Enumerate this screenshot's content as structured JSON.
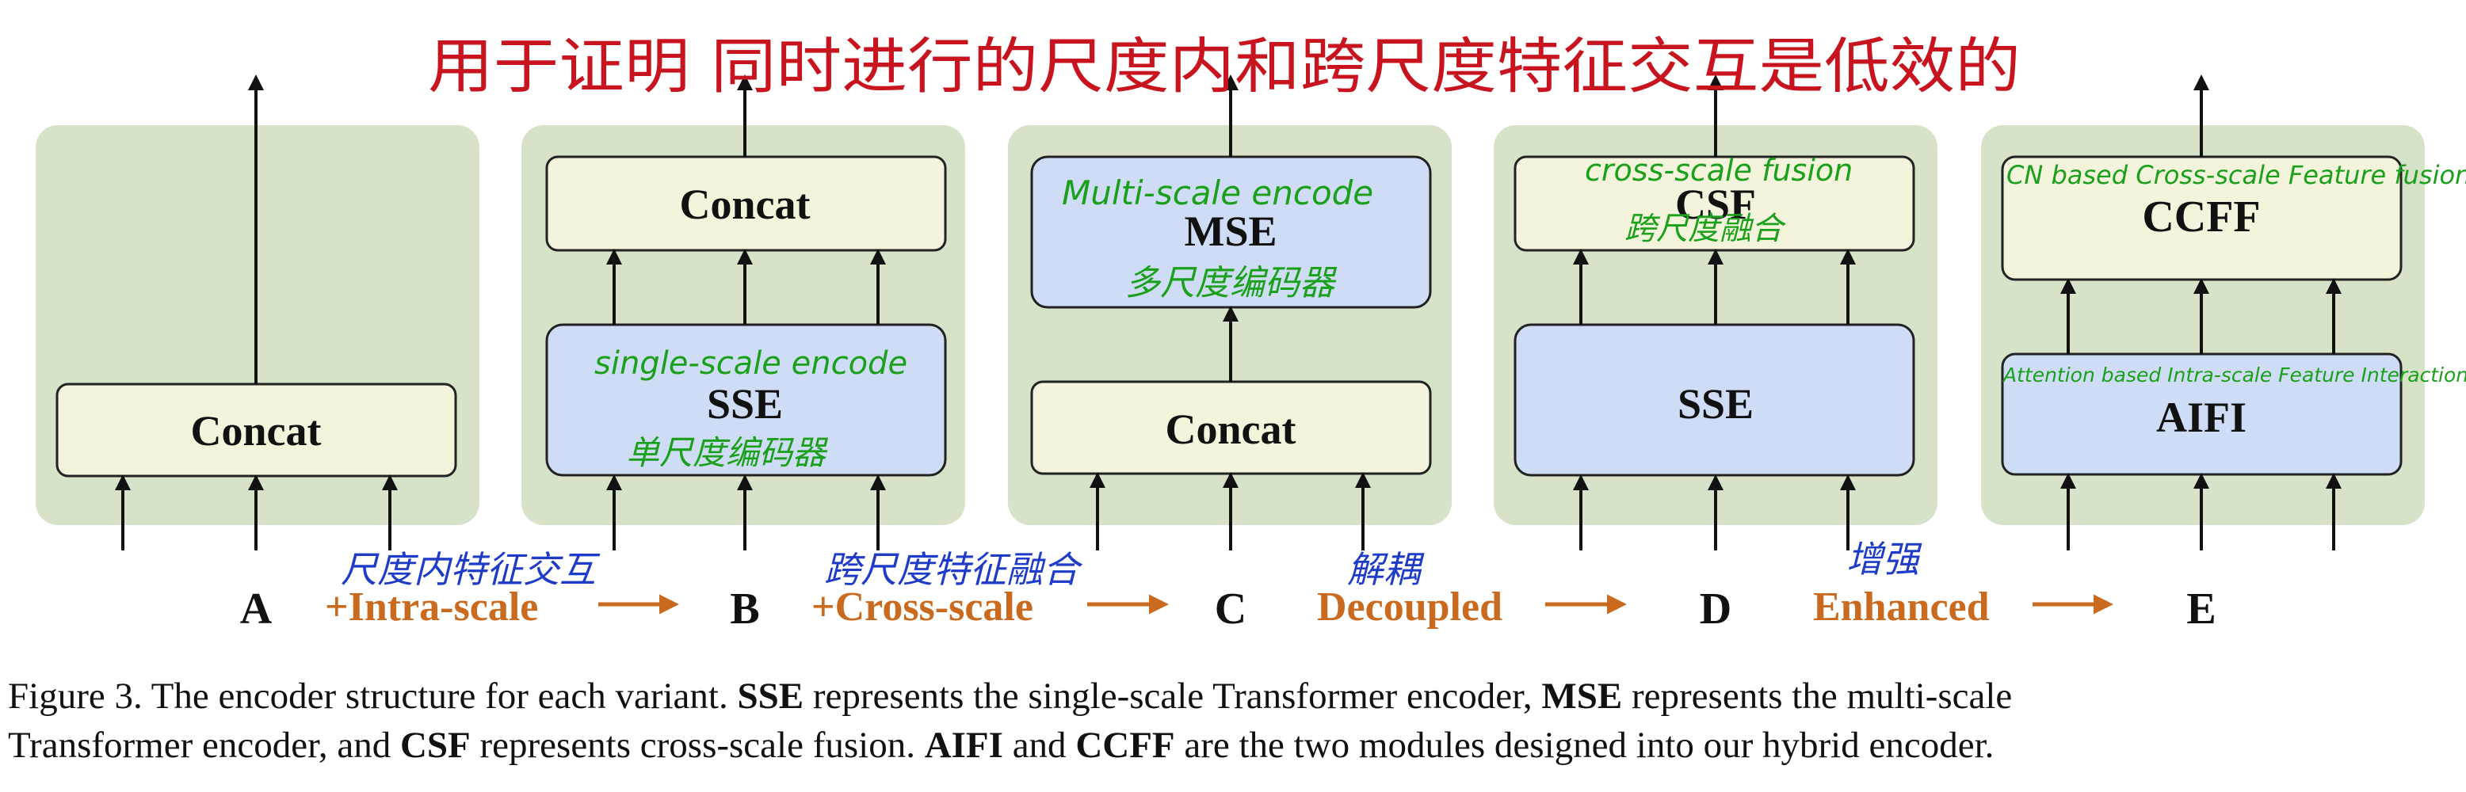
{
  "annotations": {
    "top_red": "用于证明 同时进行的尺度内和跨尺度特征交互是低效的"
  },
  "panels": {
    "A": {
      "letter": "A",
      "box1": "Concat",
      "note_below": "尺度内特征交互"
    },
    "B": {
      "letter": "B",
      "box_top": "Concat",
      "box_bottom": "SSE",
      "note_en": "single-scale encode",
      "note_cn": "单尺度编码器",
      "note_below": "跨尺度特征融合"
    },
    "C": {
      "letter": "C",
      "box_top": "MSE",
      "box_bottom": "Concat",
      "note_en": "Multi-scale encode",
      "note_cn": "多尺度编码器",
      "note_below": "解耦"
    },
    "D": {
      "letter": "D",
      "box_top": "CSF",
      "box_bottom": "SSE",
      "note_en": "cross-scale fusion",
      "note_cn": "跨尺度融合",
      "note_below": "增强"
    },
    "E": {
      "letter": "E",
      "box_top": "CCFF",
      "box_bottom": "AIFI",
      "note_en_top": "CN based Cross-scale Feature fusion",
      "note_en_bottom": "Attention based Intra-scale Feature Interaction"
    }
  },
  "steps": {
    "s1": "+Intra-scale",
    "s2": "+Cross-scale",
    "s3": "Decoupled",
    "s4": "Enhanced"
  },
  "caption": {
    "label": "Figure 3.",
    "t1": " The encoder structure for each variant. ",
    "b1": "SSE",
    "t2": " represents the single-scale Transformer encoder, ",
    "b2": "MSE",
    "t3": " represents the multi-scale",
    "t4": "Transformer encoder, and ",
    "b3": "CSF",
    "t5": " represents cross-scale fusion. ",
    "b4": "AIFI",
    "t6": " and ",
    "b5": "CCFF",
    "t7": " are the two modules designed into our hybrid encoder."
  },
  "colors": {
    "panel_bg": "#d6e3c9",
    "box_yellow": "#f4f4dc",
    "box_blue": "#cfdcf6",
    "step_orange": "#c96a1e",
    "note_green": "#1aa01a",
    "note_blue": "#1f3cc8",
    "note_red": "#c8141e"
  }
}
